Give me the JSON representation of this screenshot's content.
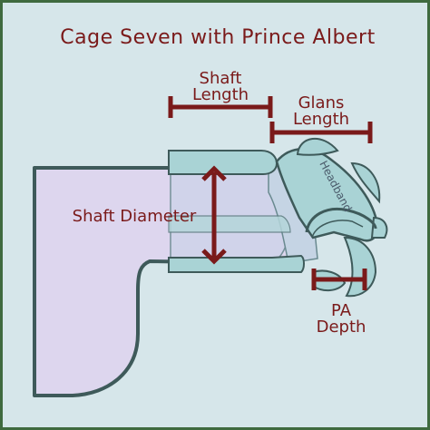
{
  "title": "Cage Seven with Prince Albert",
  "labels": {
    "shaft_length_1": "Shaft",
    "shaft_length_2": "Length",
    "glans_length_1": "Glans",
    "glans_length_2": "Length",
    "shaft_diameter": "Shaft Diameter",
    "pa_depth_1": "PA",
    "pa_depth_2": "Depth",
    "headband": "Headband"
  },
  "colors": {
    "background": "#d6e6ea",
    "border": "#3f6a3f",
    "body": "#ddd6ee",
    "outline": "#3e5a5a",
    "cage_fill": "#a9d3d5",
    "dimension": "#7a1a1a"
  }
}
